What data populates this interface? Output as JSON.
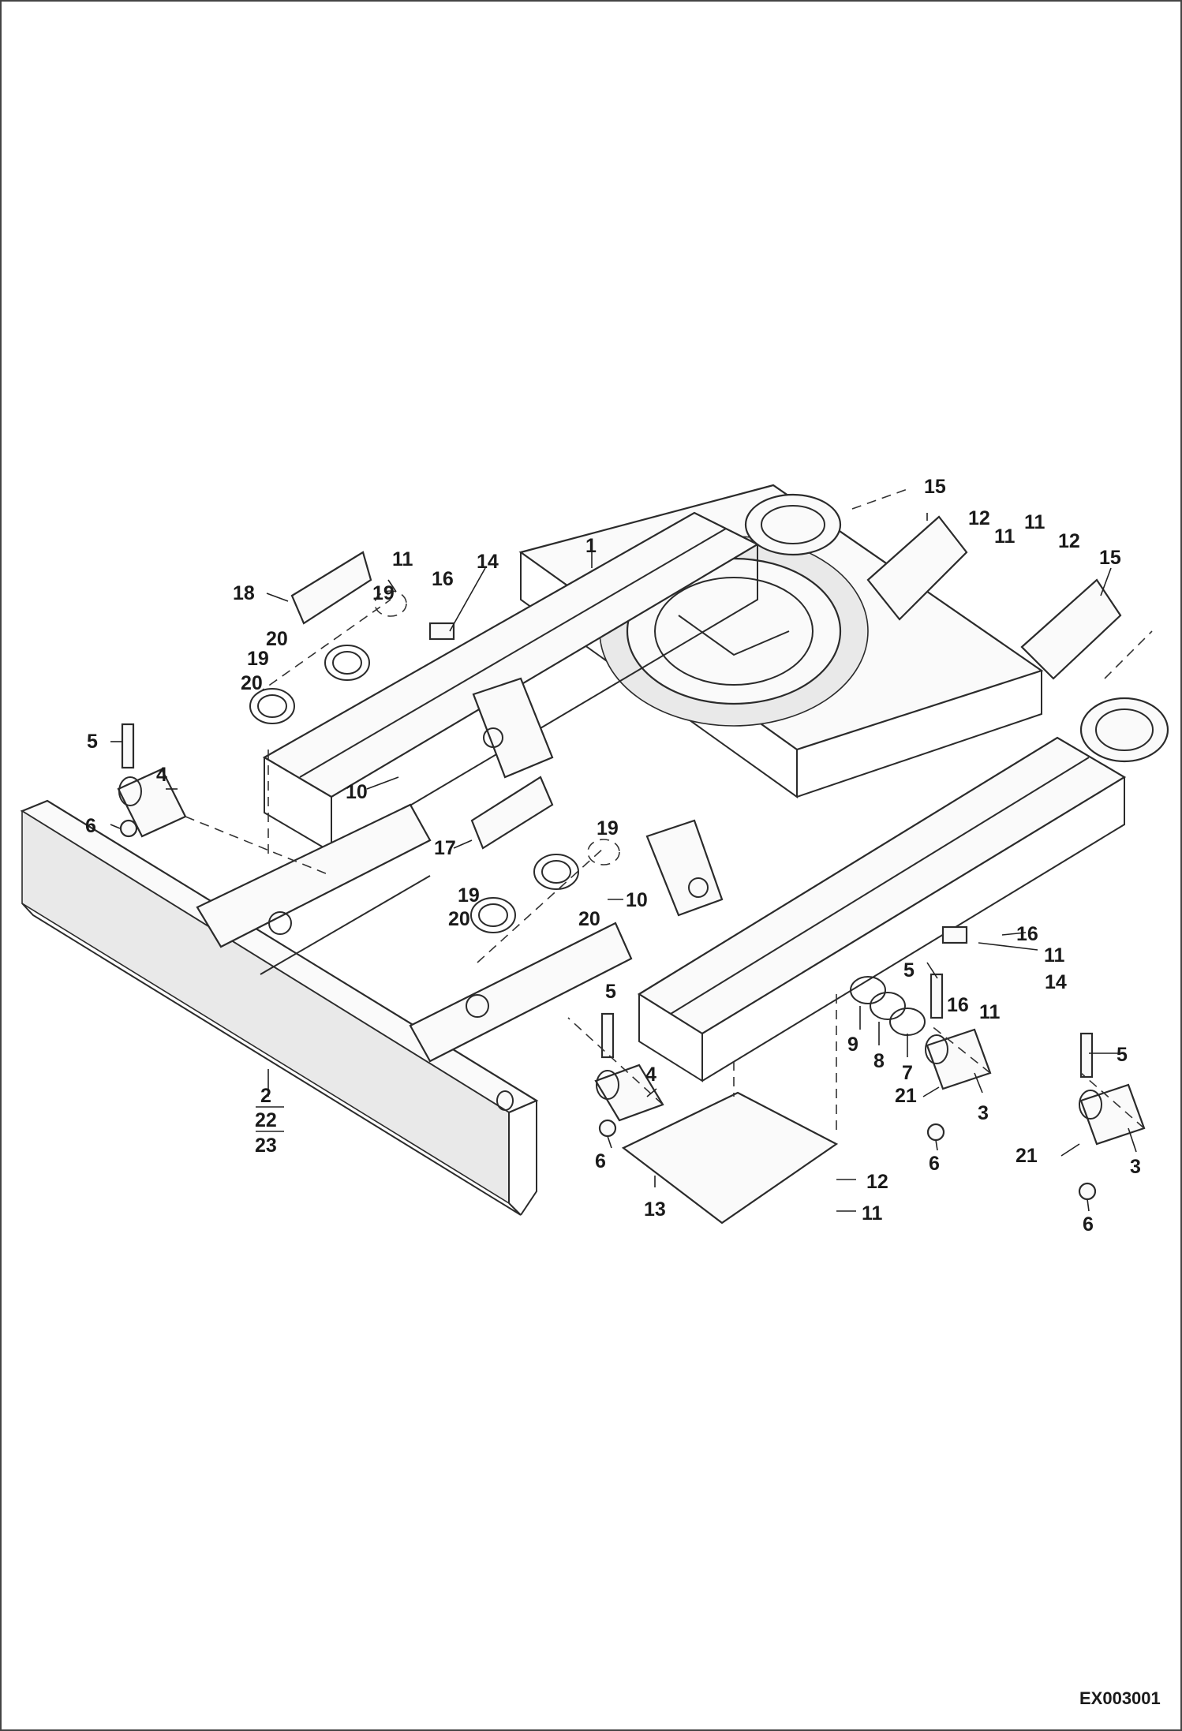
{
  "drawing_code": "EX003001",
  "callouts": {
    "c1": "1",
    "c2": "2",
    "c22": "22",
    "c23": "23",
    "c3a": "3",
    "c3b": "3",
    "c4a": "4",
    "c4b": "4",
    "c5a": "5",
    "c5b": "5",
    "c5c": "5",
    "c5d": "5",
    "c6a": "6",
    "c6b": "6",
    "c6c": "6",
    "c6d": "6",
    "c7": "7",
    "c8": "8",
    "c9": "9",
    "c10a": "10",
    "c10b": "10",
    "c11a": "11",
    "c11b": "11",
    "c11c": "11",
    "c11d": "11",
    "c11e": "11",
    "c11f": "11",
    "c12a": "12",
    "c12b": "12",
    "c12c": "12",
    "c13": "13",
    "c14a": "14",
    "c14b": "14",
    "c15a": "15",
    "c15b": "15",
    "c16a": "16",
    "c16b": "16",
    "c16c": "16",
    "c17": "17",
    "c18": "18",
    "c19a": "19",
    "c19b": "19",
    "c19c": "19",
    "c19d": "19",
    "c20a": "20",
    "c20b": "20",
    "c20c": "20",
    "c20d": "20",
    "c21a": "21",
    "c21b": "21"
  }
}
